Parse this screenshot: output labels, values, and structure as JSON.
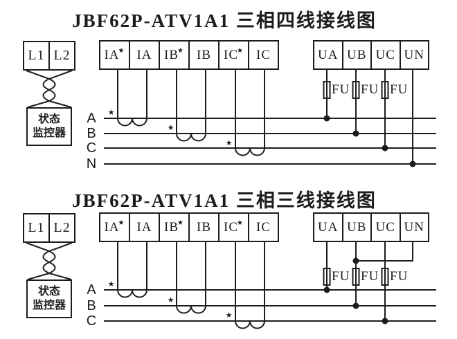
{
  "colors": {
    "ink": "#1c1c1c",
    "background": "#ffffff"
  },
  "top_diagram": {
    "title": "JBF62P-ATV1A1 三相四线接线图",
    "phase_lines": [
      "A",
      "B",
      "C",
      "N"
    ]
  },
  "bottom_diagram": {
    "title": "JBF62P-ATV1A1 三相三线接线图",
    "phase_lines": [
      "A",
      "B",
      "C"
    ]
  },
  "terminal_labels": {
    "power": [
      "L1",
      "L2"
    ],
    "current": [
      "IA",
      "IA",
      "IB",
      "IB",
      "IC",
      "IC"
    ],
    "voltage": [
      "UA",
      "UB",
      "UC",
      "UN"
    ]
  },
  "monitor_box": {
    "line1": "状态",
    "line2": "监控器"
  },
  "fuse_label": "FU",
  "star_mark": "★"
}
